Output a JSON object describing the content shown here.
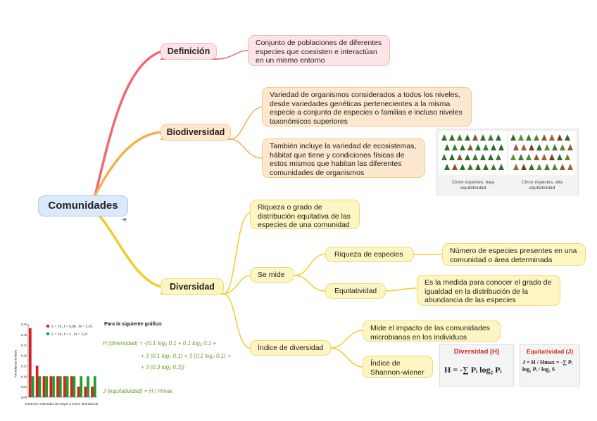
{
  "center": {
    "label": "Comunidades",
    "marker": "-e"
  },
  "branches": {
    "definicion": {
      "label": "Definición",
      "text": "Conjunto de poblaciones de diferentes especies que coexisten e interactúan en un mismo entorno"
    },
    "biodiversidad": {
      "label": "Biodiversidad",
      "text1": "Variedad de organismos considerados a todos los niveles, desde variedades genéticas pertenecientes a la misma especie a conjunto de especies o familias e incluso niveles taxonómicos superiores",
      "text2": "También incluye la variedad de ecosistemas, hábitat que tiene y condiciones físicas de estos mismos que habitan las diferentes comunidades de organismos"
    },
    "diversidad": {
      "label": "Diversidad",
      "text1": "Riqueza o grado de distribución equitativa de las especies de una comunidad",
      "se_mide": "Se mide",
      "riqueza_label": "Riqueza de especies",
      "riqueza_text": "Número de especies presentes en una comunidad o área determinada",
      "equit_label": "Equitatividad",
      "equit_text": "Es la medida para conocer el grado de igualdad en la distribución de la abundancia de las especies",
      "indice_label": "Índice de diversidad",
      "indice_text": "Mide el impacto de las comunidades microbianas en los individuos",
      "shannon_label": "Índice de Shannon-wiener"
    }
  },
  "forest_image": {
    "caption_left": "Cinco especies, baja equitatividad",
    "caption_right": "Cinco especies, alta equitatividad"
  },
  "formulas": {
    "diversidad_title": "Diversidad (H)",
    "diversidad_expr": "H = -∑ Pᵢ log₂ Pᵢ",
    "equit_title": "Equitatividad (J)",
    "equit_expr": "J = H / Hmax = -∑ Pᵢ log₂ Pᵢ / log₂ S"
  },
  "abundance_chart": {
    "y_ticks": [
      "0,35",
      "0,30",
      "0,25",
      "0,20",
      "0,15",
      "0,10",
      "0,05",
      "0,00"
    ],
    "y_label": "Abundancia relativa",
    "x_label": "Especies ordenadas de mayor a menor abundancia",
    "legend_red": "S = 10, J = 0,88 , H = 2,93",
    "legend_green": "S = 10, J = 1 , H = 3,32",
    "red_values": [
      0.33,
      0.15,
      0.1,
      0.1,
      0.1,
      0.1,
      0.1,
      0.05,
      0.05,
      0.05
    ],
    "green_values": [
      0.1,
      0.1,
      0.1,
      0.1,
      0.1,
      0.1,
      0.1,
      0.1,
      0.1,
      0.1
    ],
    "colors": {
      "red": "#d91f1f",
      "green": "#1f9e2c"
    }
  },
  "handwritten": {
    "heading": "Para la siguiente gráfica:",
    "line1": "H (diversidad) = -(0.1 log₂ 0.1 + 0.1 log₂ 0.1 +",
    "line2": "+ 3 (0.1 log₂ 0.1) + 3 (0.1 log₂ 0.1) +",
    "line3": "+ 3 (0.3 log₂ 0.3))",
    "line4": "J (equitatividad) = H / Hmax"
  },
  "colors": {
    "pink_branch": "#ee6a72",
    "orange_branch": "#f3b04c",
    "yellow_branch": "#f5cb2a"
  }
}
